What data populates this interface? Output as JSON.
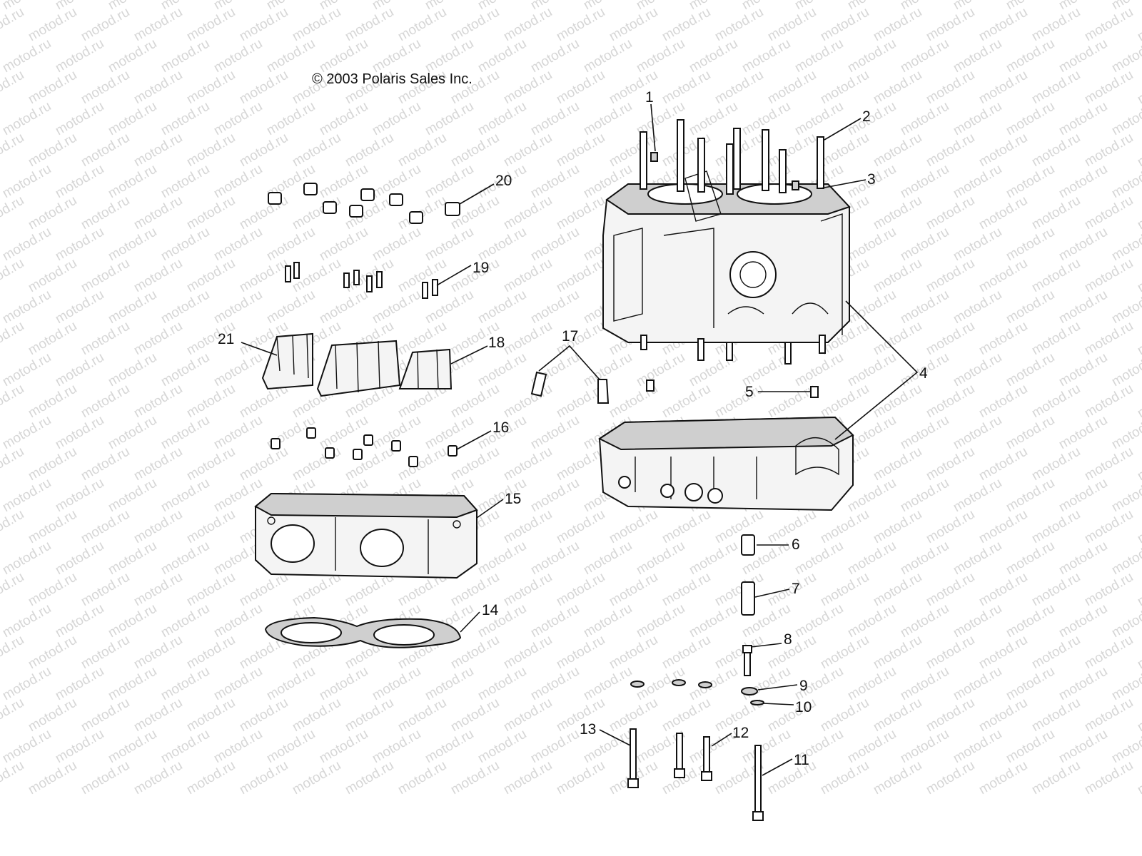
{
  "copyright": "© 2003 Polaris Sales Inc.",
  "watermark": "motod.ru",
  "callouts": [
    {
      "id": "1",
      "label": "1"
    },
    {
      "id": "2",
      "label": "2"
    },
    {
      "id": "3",
      "label": "3"
    },
    {
      "id": "4",
      "label": "4"
    },
    {
      "id": "5",
      "label": "5"
    },
    {
      "id": "6",
      "label": "6"
    },
    {
      "id": "7",
      "label": "7"
    },
    {
      "id": "8",
      "label": "8"
    },
    {
      "id": "9",
      "label": "9"
    },
    {
      "id": "10",
      "label": "10"
    },
    {
      "id": "11",
      "label": "11"
    },
    {
      "id": "12",
      "label": "12"
    },
    {
      "id": "13",
      "label": "13"
    },
    {
      "id": "14",
      "label": "14"
    },
    {
      "id": "15",
      "label": "15"
    },
    {
      "id": "16",
      "label": "16"
    },
    {
      "id": "17",
      "label": "17"
    },
    {
      "id": "18",
      "label": "18"
    },
    {
      "id": "19",
      "label": "19"
    },
    {
      "id": "20",
      "label": "20"
    },
    {
      "id": "21",
      "label": "21"
    }
  ]
}
